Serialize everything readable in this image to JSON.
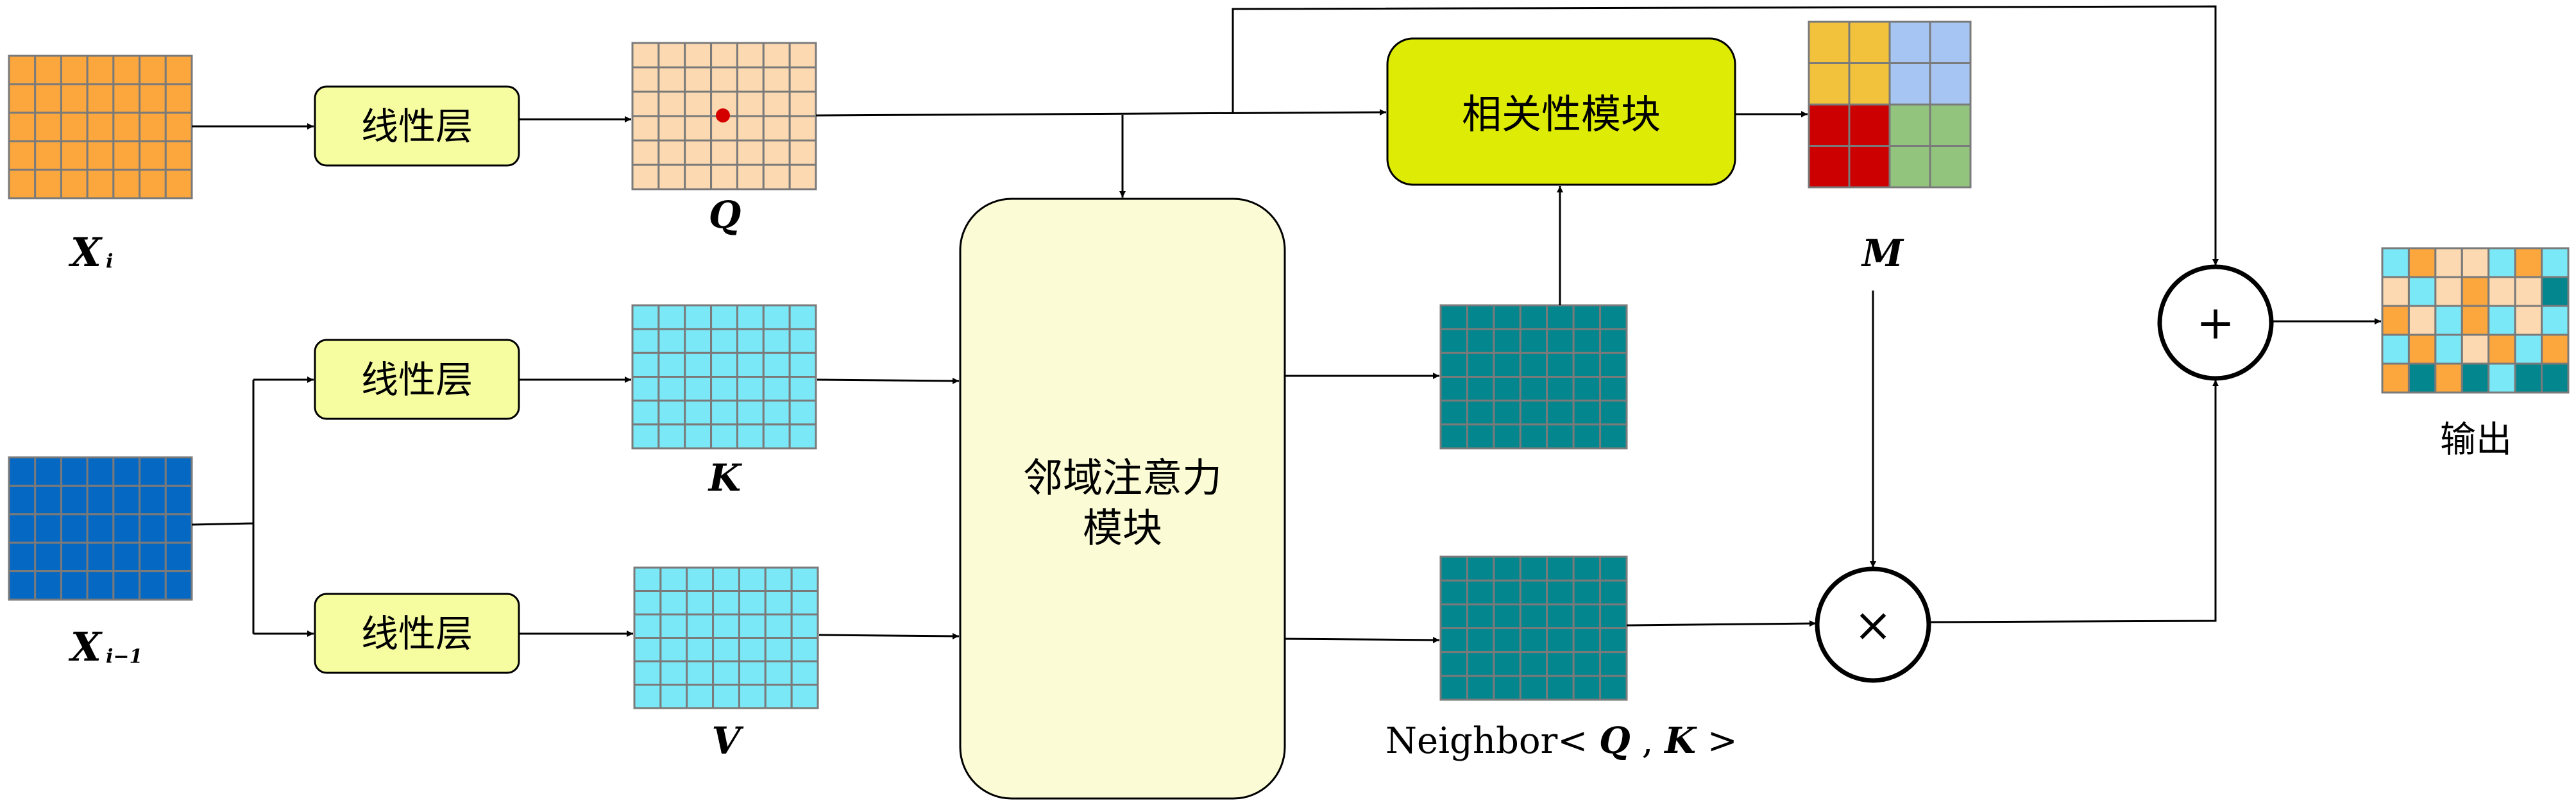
{
  "labels": {
    "linear": "线性层",
    "xi": "X",
    "xi_sub": "i",
    "ximinus1": "X",
    "ximinus1_sub": "i−1",
    "q": "Q",
    "k": "K",
    "v": "V",
    "m": "M",
    "natten_line1": "邻域注意力",
    "natten_line2": "模块",
    "corr": "相关性模块",
    "output": "输出",
    "neighbor_prefix": "Neighbor<",
    "neighbor_q": "Q",
    "neighbor_comma": ", ",
    "neighbor_k": "K",
    "neighbor_suffix": ">",
    "plus": "+",
    "times": "×"
  },
  "colors": {
    "orange": "#FBA73D",
    "dark_blue": "#0568C2",
    "peach": "#FCD9B0",
    "cyan": "#7BE8F7",
    "teal": "#04868E",
    "linear_fill": "#F6FCA0",
    "natten_fill": "#FBFCD5",
    "corr_fill": "#DEEB04",
    "m_yellow": "#F2C23C",
    "m_blue": "#A6C5F2",
    "m_red": "#CC0000",
    "m_green": "#93C47D",
    "grid_line": "#7A7A7A",
    "red_dot": "#D40000",
    "circle_fill": "#CFCFCF"
  }
}
